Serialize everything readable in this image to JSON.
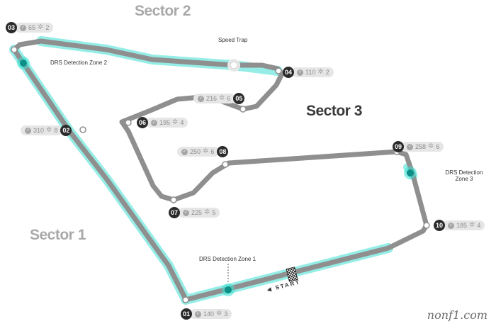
{
  "sectors": {
    "sector1": "Sector 1",
    "sector2": "Sector 2",
    "sector3": "Sector 3"
  },
  "corners": [
    {
      "number": "01",
      "speed": "140",
      "gear": "3"
    },
    {
      "number": "02",
      "speed": "310",
      "gear": "8"
    },
    {
      "number": "03",
      "speed": "65",
      "gear": "2"
    },
    {
      "number": "04",
      "speed": "110",
      "gear": "2"
    },
    {
      "number": "05",
      "speed": "216",
      "gear": "6"
    },
    {
      "number": "06",
      "speed": "195",
      "gear": "4"
    },
    {
      "number": "07",
      "speed": "225",
      "gear": "5"
    },
    {
      "number": "08",
      "speed": "250",
      "gear": "6"
    },
    {
      "number": "09",
      "speed": "258",
      "gear": "6"
    },
    {
      "number": "10",
      "speed": "185",
      "gear": "4"
    }
  ],
  "drs_zones": [
    "DRS Detection Zone 1",
    "DRS Detection Zone 2",
    "DRS Detection Zone 3"
  ],
  "speed_trap": "Speed Trap",
  "start_label": "◀ START",
  "watermark": "nonf1.com",
  "colors": {
    "track": "#8f8f8f",
    "drs_glow": "#3de0d2",
    "drs_marker": "#0c8f86",
    "badge": "#2b2b2b",
    "sector_label": "#a9a9a9"
  },
  "icons": {
    "speed": "speedometer-icon",
    "gear": "gear-icon",
    "start": "chequered-flag-icon"
  }
}
